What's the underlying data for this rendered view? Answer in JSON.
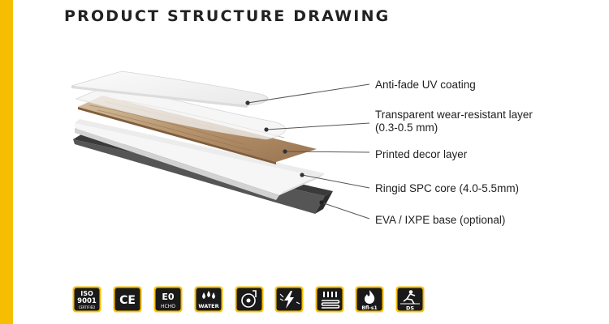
{
  "page": {
    "title": "PRODUCT STRUCTURE DRAWING",
    "accent_color": "#f6be00"
  },
  "layers": [
    {
      "name": "Anti-fade UV coating",
      "detail": ""
    },
    {
      "name": "Transparent wear-resistant layer",
      "detail": "(0.3-0.5 mm)"
    },
    {
      "name": "Printed decor layer",
      "detail": ""
    },
    {
      "name": "Ringid SPC core (4.0-5.5mm)",
      "detail": ""
    },
    {
      "name": "EVA / IXPE base (optional)",
      "detail": ""
    }
  ],
  "certifications": [
    {
      "icon": "iso-9001-certified-icon",
      "line1": "ISO",
      "line2": "9001",
      "line3": "CERTIFIED"
    },
    {
      "icon": "ce-mark-icon",
      "line1": "CE"
    },
    {
      "icon": "e0-hcho-icon",
      "line1": "E0",
      "line2": "HCHO"
    },
    {
      "icon": "water-resistant-icon",
      "line1": "WATER"
    },
    {
      "icon": "wear-resistant-icon"
    },
    {
      "icon": "anti-static-icon"
    },
    {
      "icon": "floor-heating-icon"
    },
    {
      "icon": "fire-rating-icon",
      "line1": "Bfl-s1"
    },
    {
      "icon": "anti-slip-icon",
      "line1": "DS"
    }
  ]
}
